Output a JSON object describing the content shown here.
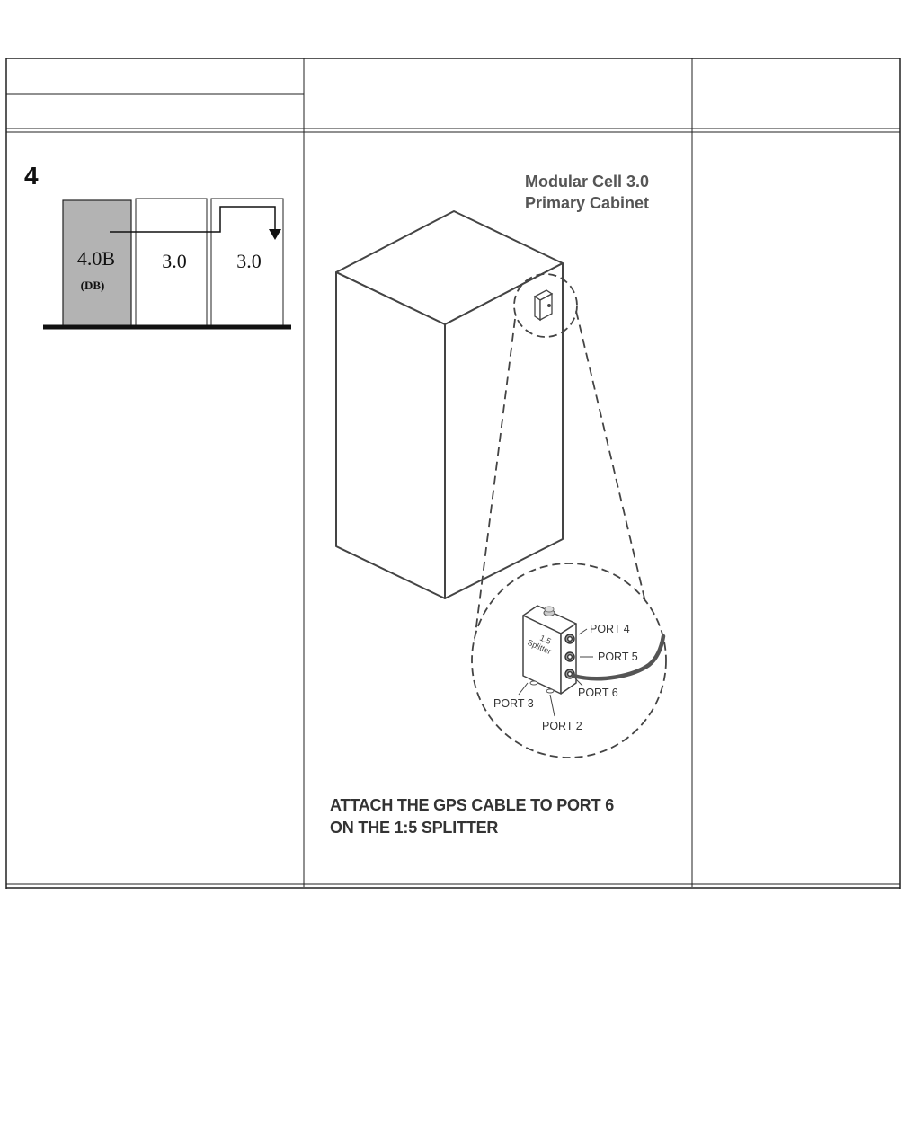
{
  "step": {
    "number": "4"
  },
  "cabinet_lineup": {
    "cabinets": [
      {
        "label": "4.0B",
        "sublabel": "(DB)",
        "fill": "#b3b3b3"
      },
      {
        "label": "3.0",
        "sublabel": "",
        "fill": "#ffffff"
      },
      {
        "label": "3.0",
        "sublabel": "",
        "fill": "#ffffff"
      }
    ]
  },
  "figure": {
    "title_line1": "Modular Cell 3.0",
    "title_line2": "Primary Cabinet",
    "splitter_label_line1": "1:5",
    "splitter_label_line2": "Splitter",
    "ports": {
      "port4": "PORT 4",
      "port5": "PORT 5",
      "port6": "PORT 6",
      "port3": "PORT 3",
      "port2": "PORT 2"
    }
  },
  "instruction": {
    "line1": "ATTACH THE GPS CABLE TO PORT 6",
    "line2": "ON THE 1:5 SPLITTER"
  }
}
